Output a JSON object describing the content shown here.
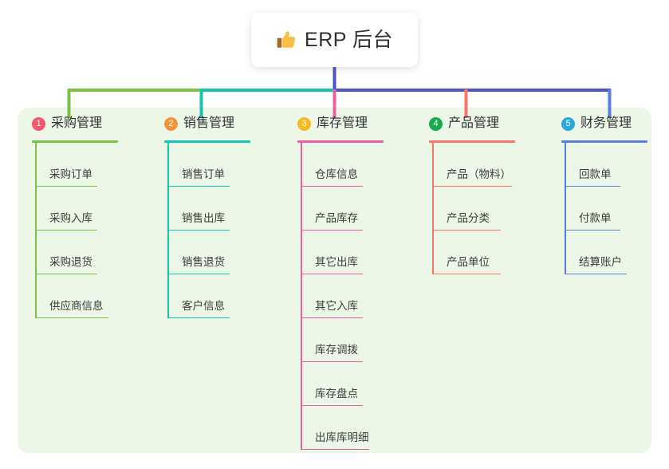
{
  "root": {
    "title": "ERP 后台",
    "icon": "thumbs-up-icon"
  },
  "palette": {
    "panel_bg": "#edf7e8",
    "page_bg": "#ffffff",
    "text": "#3b3b3b",
    "col1_line": "#7cc242",
    "col2_line": "#17c4b0",
    "col3_line": "#e861a8",
    "col4_line": "#f4776b",
    "col5_line": "#5b7fd4",
    "trunk_blue": "#4a54c4",
    "badge1": "#f4566b",
    "badge2": "#f59436",
    "badge3": "#f5ba1e",
    "badge4": "#17ab4f",
    "badge5": "#29a8e0"
  },
  "columns": [
    {
      "index": "1",
      "title": "采购管理",
      "badge_color": "#f4566b",
      "line_color": "#7cc242",
      "items": [
        "采购订单",
        "采购入库",
        "采购退货",
        "供应商信息"
      ]
    },
    {
      "index": "2",
      "title": "销售管理",
      "badge_color": "#f59436",
      "line_color": "#17c4b0",
      "items": [
        "销售订单",
        "销售出库",
        "销售退货",
        "客户信息"
      ]
    },
    {
      "index": "3",
      "title": "库存管理",
      "badge_color": "#f5ba1e",
      "line_color": "#e861a8",
      "items": [
        "仓库信息",
        "产品库存",
        "其它出库",
        "其它入库",
        "库存调拨",
        "库存盘点",
        "出库库明细"
      ]
    },
    {
      "index": "4",
      "title": "产品管理",
      "badge_color": "#17ab4f",
      "line_color": "#f4776b",
      "items": [
        "产品（物料）",
        "产品分类",
        "产品单位"
      ]
    },
    {
      "index": "5",
      "title": "财务管理",
      "badge_color": "#29a8e0",
      "line_color": "#5b7fd4",
      "items": [
        "回款单",
        "付款单",
        "结算账户"
      ]
    }
  ]
}
